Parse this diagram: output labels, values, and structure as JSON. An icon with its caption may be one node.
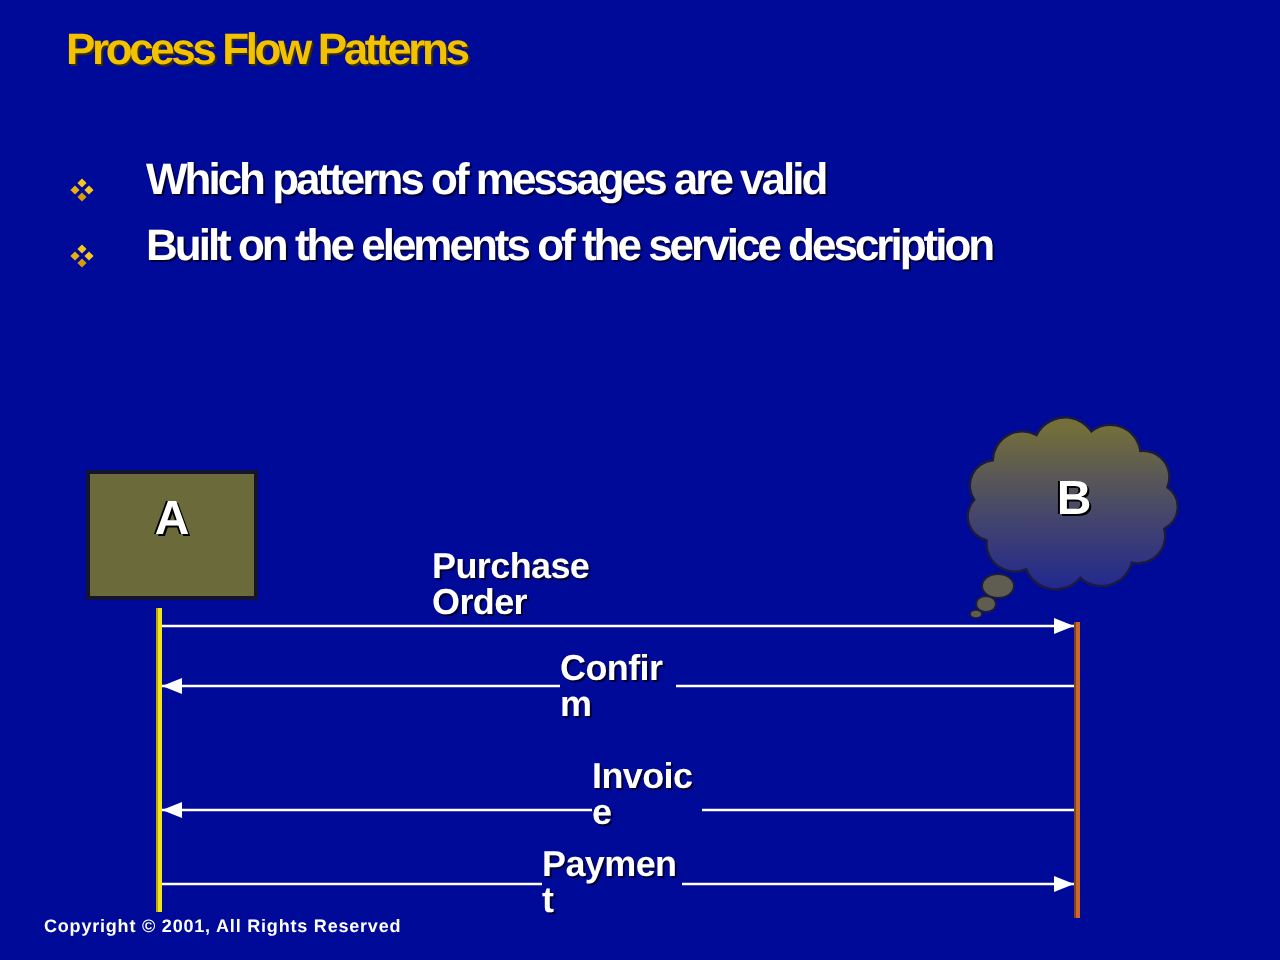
{
  "diagram": {
    "title": "Process Flow Patterns",
    "nodes": [
      {
        "text": [
          "A"
        ]
      },
      {
        "text": [
          "B"
        ]
      },
      {
        "text": [],
        "shape": "bar"
      },
      {
        "text": [],
        "shape": "bar"
      }
    ],
    "edges": [
      {
        "from": 2,
        "to": 3,
        "arrow": "to",
        "label": "Purchase Order"
      },
      {
        "from": 3,
        "to": 2,
        "arrow": "to",
        "label": "Confirm"
      },
      {
        "from": 3,
        "to": 2,
        "arrow": "to",
        "label": "Invoice"
      },
      {
        "from": 2,
        "to": 3,
        "arrow": "to",
        "label": "Payment"
      }
    ],
    "labels": [
      "Which patterns of messages are valid",
      "Built on the elements of the service description",
      "Copyright © 2001, All Rights Reserved"
    ]
  }
}
